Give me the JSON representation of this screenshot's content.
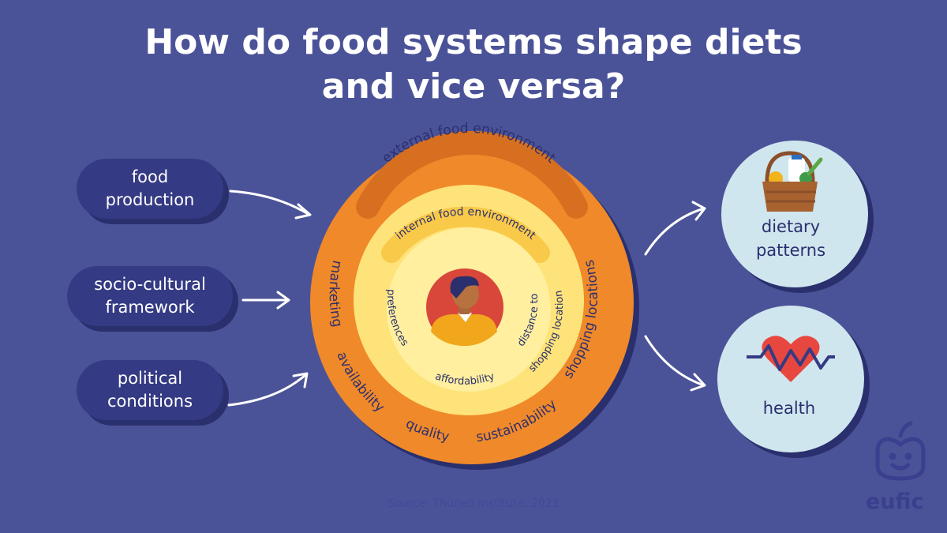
{
  "title_lines": [
    "How do food systems shape diets",
    "and vice versa?"
  ],
  "inputs": [
    {
      "line1": "food",
      "line2": "production"
    },
    {
      "line1": "socio-cultural",
      "line2": "framework"
    },
    {
      "line1": "political",
      "line2": "conditions"
    }
  ],
  "outer_ring": {
    "heading": "external food environment",
    "labels": [
      "marketing",
      "availability",
      "quality",
      "sustainability",
      "shopping locations"
    ]
  },
  "inner_ring": {
    "heading": "internal food environment",
    "labels": [
      "preferences",
      "affordability"
    ],
    "distance_line1": "distance to",
    "distance_line2": "shopping location"
  },
  "outcomes": [
    {
      "line1": "dietary",
      "line2": "patterns",
      "icon": "basket-icon"
    },
    {
      "line1": "health",
      "icon": "heart-pulse-icon"
    }
  ],
  "source": "Source: Thünen Institute, 2023",
  "brand": "eufic",
  "colors": {
    "background": "#4b5398",
    "pill": "#353a84",
    "outer_ring": "#f0892a",
    "inner_ring": "#fde37a",
    "center": "#ffef9e",
    "outcome_circle": "#cfe6ee",
    "text_dark": "#2b2f6e"
  }
}
